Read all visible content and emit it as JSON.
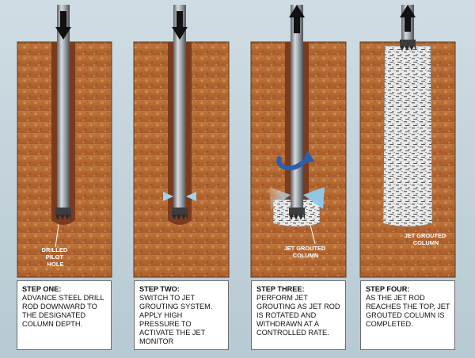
{
  "steps": [
    {
      "heading": "STEP ONE:",
      "text": "ADVANCE STEEL DRILL ROD DOWNWARD TO THE DESIGNATED COLUMN DEPTH.",
      "label_lines": [
        "DRILLED",
        "PILOT",
        "HOLE"
      ]
    },
    {
      "heading": "STEP TWO:",
      "text": "SWITCH TO JET GROUTING SYSTEM. APPLY HIGH PRESSURE TO ACTIVATE THE JET MONITOR",
      "label_lines": []
    },
    {
      "heading": "STEP THREE:",
      "text": "PERFORM JET GROUTING AS JET ROD IS ROTATED AND WITHDRAWN AT A CONTROLLED RATE.",
      "label_lines": [
        "JET GROUTED",
        "COLUMN"
      ]
    },
    {
      "heading": "STEP FOUR:",
      "text": "AS THE JET ROD REACHES THE TOP, JET GROUTED COLUMN IS COMPLETED.",
      "label_lines": [
        "JET GROUTED",
        "COLUMN"
      ]
    }
  ],
  "colors": {
    "soil": "#b56a35",
    "hole": "#7a3a1e",
    "rod": "#9aa0a6",
    "jet": "#9fd3ef",
    "rotation_arrow": "#2a5fae",
    "background": "#c4d4dd"
  },
  "icons": [
    "down-arrow-icon",
    "up-arrow-icon",
    "rotation-arrow-icon",
    "drill-bit-icon"
  ]
}
